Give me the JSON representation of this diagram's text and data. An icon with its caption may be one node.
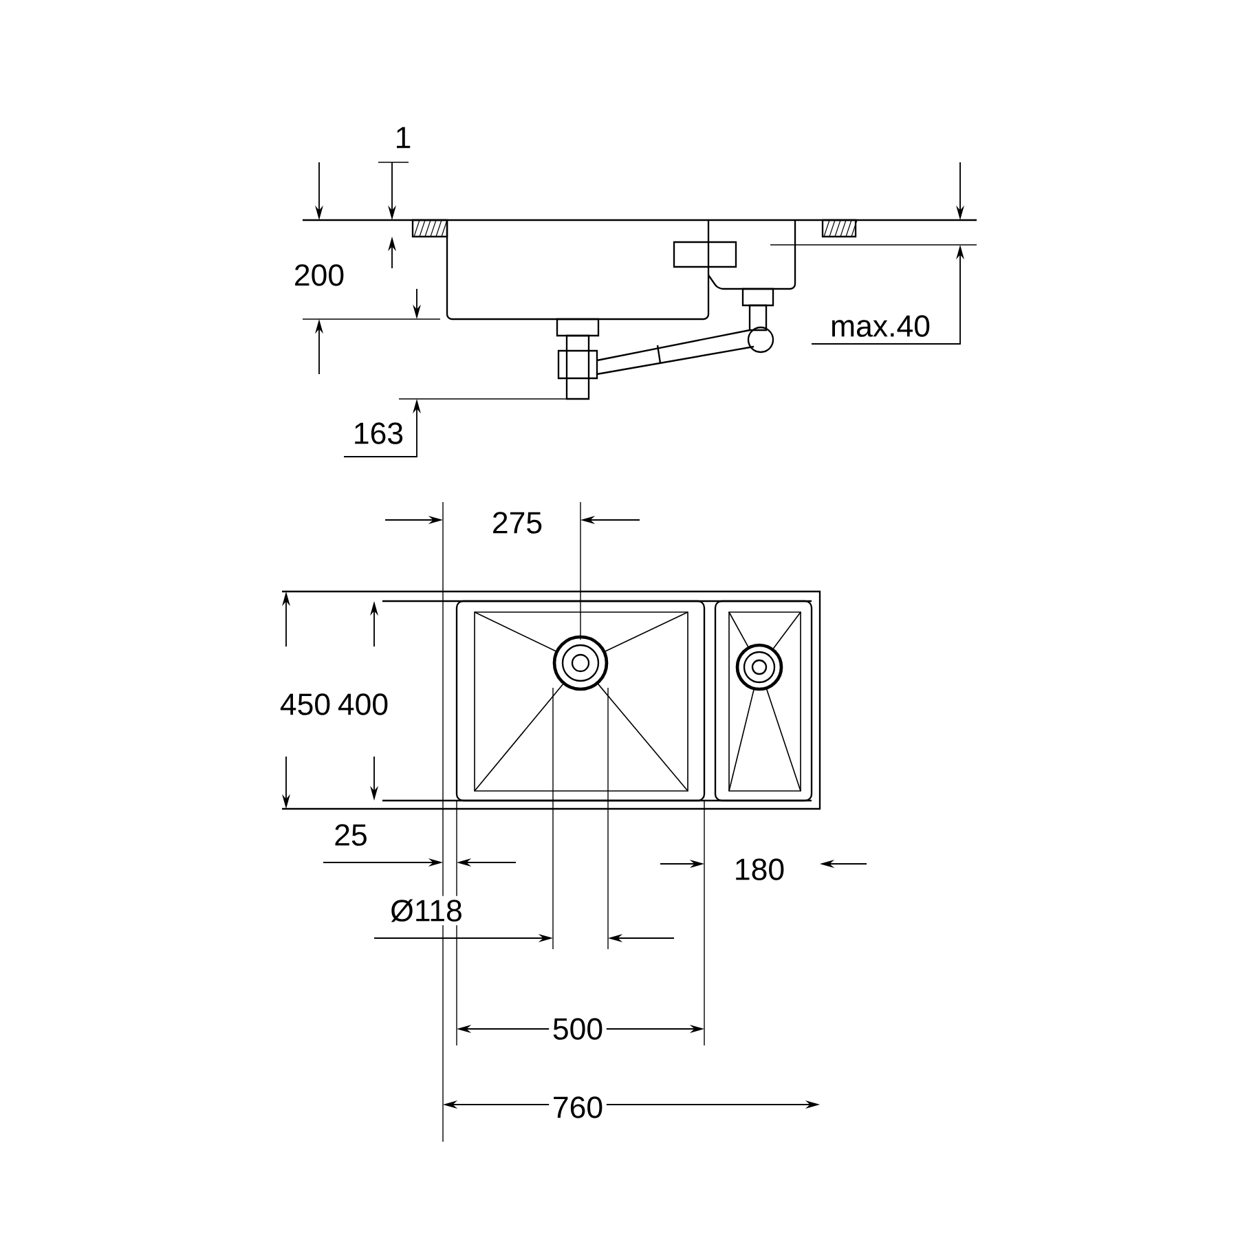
{
  "diagram": {
    "labels": [
      "1",
      "200",
      "max.40",
      "163",
      "275",
      "450",
      "400",
      "25",
      "180",
      "Ø118",
      "500",
      "760"
    ]
  }
}
